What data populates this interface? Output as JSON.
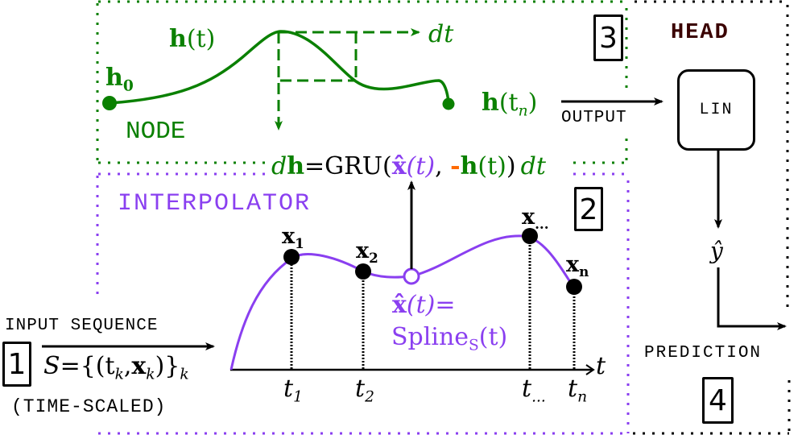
{
  "colors": {
    "node_green": "#0a8000",
    "interpolator_purple": "#8a3ff0",
    "head_dark_red": "#3a0000",
    "negative_sign_orange": "#ff6a00",
    "black": "#000000"
  },
  "step1": {
    "number": "1",
    "title": "INPUT SEQUENCE",
    "formula_S": "S",
    "formula_eq": "=",
    "formula_body": "{(t",
    "formula_sub_k1": "k",
    "formula_comma": ",",
    "formula_x": "x",
    "formula_sub_k2": "k",
    "formula_close": ")}",
    "formula_sub_k3": "k",
    "subtitle": "(TIME-SCALED)"
  },
  "step2": {
    "number": "2",
    "title": "INTERPOLATOR",
    "points": [
      {
        "label": "x",
        "sub": "1",
        "tick": "t",
        "tick_sub": "1"
      },
      {
        "label": "x",
        "sub": "2",
        "tick": "t",
        "tick_sub": "2"
      },
      {
        "label": "x",
        "sub": "...",
        "tick": "t",
        "tick_sub": "..."
      },
      {
        "label": "x",
        "sub": "n",
        "tick": "t",
        "tick_sub": "n"
      }
    ],
    "axis_label": "t",
    "spline_line1_xhat": "x̂",
    "spline_line1_rest": "(t)=",
    "spline_line2_main": "Spline",
    "spline_line2_sub": "S",
    "spline_line2_rest": "(t)"
  },
  "step3": {
    "number": "3",
    "title": "NODE",
    "h0_main": "h",
    "h0_sub": "0",
    "ht_main": "h",
    "ht_rest": "(t)",
    "htn_main": "h",
    "htn_open": "(t",
    "htn_sub": "n",
    "htn_close": ")",
    "dt_label": "dt",
    "equation": {
      "d": "d",
      "h": "h",
      "eq": "=GRU(",
      "xhat": "x̂",
      "xhat_arg": "(t)",
      "comma": ", ",
      "minus": "-",
      "h2": "h",
      "h2_arg": "(t)",
      "close": ")",
      "dt": "dt"
    }
  },
  "output_label": "OUTPUT",
  "step4": {
    "number": "4",
    "head_title": "HEAD",
    "lin_label": "LIN",
    "yhat": "ŷ",
    "prediction_label": "PREDICTION"
  }
}
